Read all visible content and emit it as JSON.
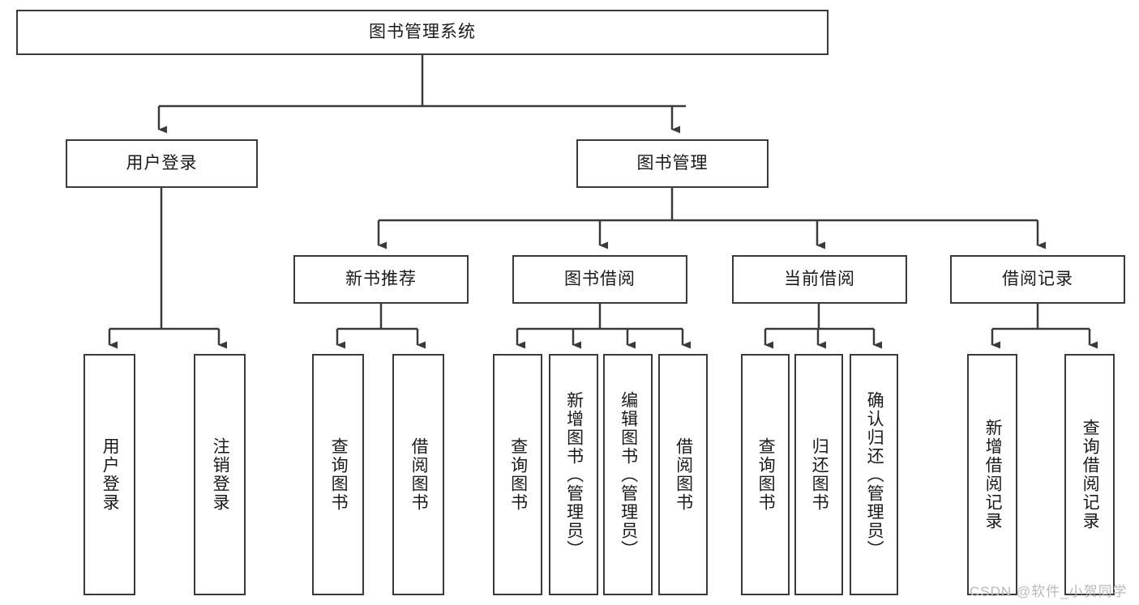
{
  "diagram": {
    "title_node": "图书管理系统",
    "level2": [
      {
        "label": "用户登录"
      },
      {
        "label": "图书管理"
      }
    ],
    "level3": [
      {
        "label": "新书推荐"
      },
      {
        "label": "图书借阅"
      },
      {
        "label": "当前借阅"
      },
      {
        "label": "借阅记录"
      }
    ],
    "leaves_user_login": [
      {
        "label": "用户登录"
      },
      {
        "label": "注销登录"
      }
    ],
    "leaves_new_book": [
      {
        "label": "查询图书"
      },
      {
        "label": "借阅图书"
      }
    ],
    "leaves_borrow": [
      {
        "label": "查询图书"
      },
      {
        "label": "新增图书（管理员）"
      },
      {
        "label": "编辑图书（管理员）"
      },
      {
        "label": "借阅图书"
      }
    ],
    "leaves_current": [
      {
        "label": "查询图书"
      },
      {
        "label": "归还图书"
      },
      {
        "label": "确认归还（管理员）"
      }
    ],
    "leaves_records": [
      {
        "label": "新增借阅记录"
      },
      {
        "label": "查询借阅记录"
      }
    ]
  },
  "watermark": {
    "text": "CSDN @软件_小贺同学"
  },
  "colors": {
    "border": "#3a3a3a",
    "background": "#ffffff",
    "text": "#1a1a1a",
    "watermark": "#b9b9b9"
  }
}
